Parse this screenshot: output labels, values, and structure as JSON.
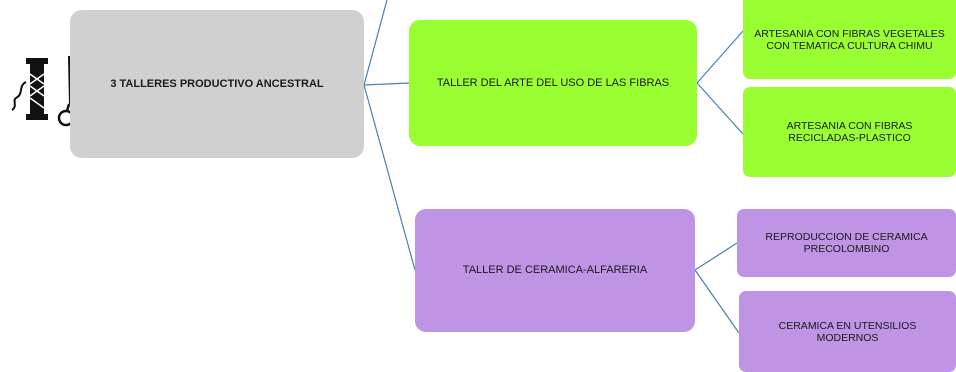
{
  "root": {
    "label": "3 TALLERES PRODUCTIVO ANCESTRAL",
    "icon": "sewing-spool-scissors-icon"
  },
  "branches": [
    {
      "label": "TALLER DEL ARTE DEL USO DE LAS FIBRAS",
      "color": "#99ff33",
      "children": [
        {
          "label": "ARTESANIA CON FIBRAS VEGETALES CON TEMATICA CULTURA CHIMU"
        },
        {
          "label": "ARTESANIA CON FIBRAS RECICLADAS-PLASTICO"
        }
      ]
    },
    {
      "label": "TALLER DE CERAMICA-ALFARERIA",
      "color": "#bf94e4",
      "children": [
        {
          "label": "REPRODUCCION DE CERAMICA PRECOLOMBINO"
        },
        {
          "label": "CERAMICA EN UTENSILIOS MODERNOS"
        }
      ]
    }
  ],
  "connector_color": "#4a7ebb"
}
